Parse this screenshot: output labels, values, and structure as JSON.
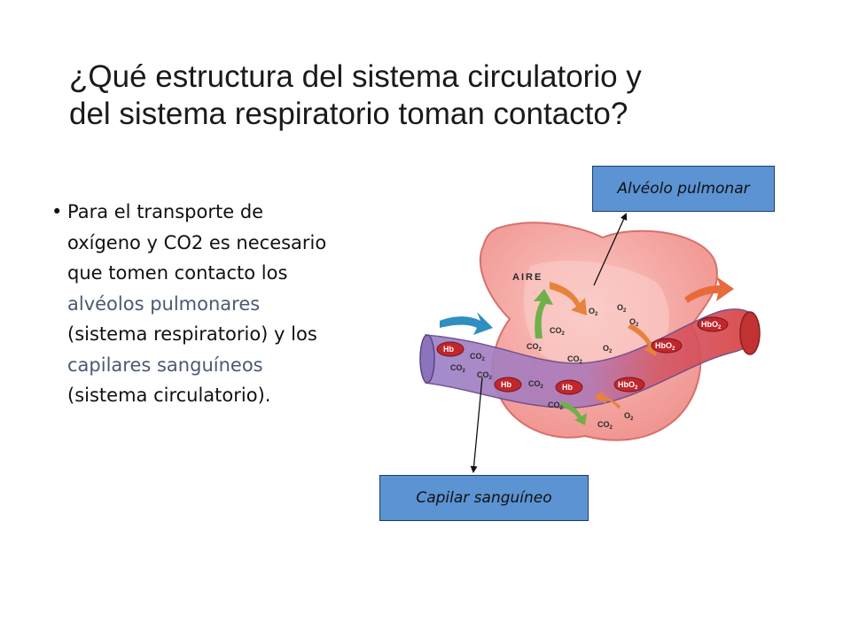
{
  "title": {
    "line1": "¿Qué estructura del sistema circulatorio y",
    "line2": "del sistema respiratorio toman contacto?"
  },
  "bullet": {
    "line1": "Para el transporte de",
    "line2": "oxígeno y CO2 es necesario",
    "line3": "que tomen contacto los",
    "line4": "alvéolos pulmonares",
    "line5": "(sistema respiratorio) y los",
    "line6": "capilares sanguíneos",
    "line7": "(sistema circulatorio)."
  },
  "callouts": {
    "alveolo": "Alvéolo pulmonar",
    "capilar": "Capilar sanguíneo"
  },
  "diagram": {
    "air_label": "AIRE",
    "hb": "Hb",
    "hbo": "HbO",
    "co": "CO",
    "o": "O",
    "sub2": "2",
    "colors": {
      "alveolus": "#f4a3a0",
      "capillary_vein": "#9b84c8",
      "capillary_artery": "#d8403f",
      "arrow_o2": "#e8823a",
      "arrow_co2": "#6fb04a",
      "flow_in": "#2f8fc0",
      "flow_out": "#e86a3a",
      "callout_fill": "#5b93d3"
    }
  }
}
